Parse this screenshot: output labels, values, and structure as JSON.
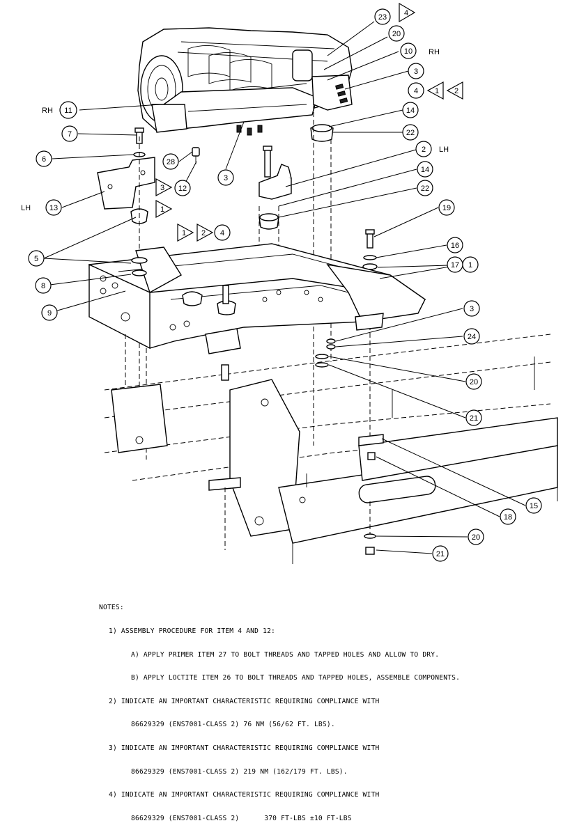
{
  "callouts": [
    {
      "id": "c23",
      "label": "23"
    },
    {
      "id": "c20a",
      "label": "20"
    },
    {
      "id": "c10",
      "label": "10"
    },
    {
      "id": "c3a",
      "label": "3"
    },
    {
      "id": "c4a",
      "label": "4"
    },
    {
      "id": "c11",
      "label": "11"
    },
    {
      "id": "c14a",
      "label": "14"
    },
    {
      "id": "c7",
      "label": "7"
    },
    {
      "id": "c22a",
      "label": "22"
    },
    {
      "id": "c6",
      "label": "6"
    },
    {
      "id": "c28",
      "label": "28"
    },
    {
      "id": "c3b",
      "label": "3"
    },
    {
      "id": "c2",
      "label": "2"
    },
    {
      "id": "c12",
      "label": "12"
    },
    {
      "id": "c14b",
      "label": "14"
    },
    {
      "id": "c13",
      "label": "13"
    },
    {
      "id": "c22b",
      "label": "22"
    },
    {
      "id": "c19",
      "label": "19"
    },
    {
      "id": "c4b",
      "label": "4"
    },
    {
      "id": "c16",
      "label": "16"
    },
    {
      "id": "c5",
      "label": "5"
    },
    {
      "id": "c17",
      "label": "17"
    },
    {
      "id": "c1",
      "label": "1"
    },
    {
      "id": "c8",
      "label": "8"
    },
    {
      "id": "c9",
      "label": "9"
    },
    {
      "id": "c3c",
      "label": "3"
    },
    {
      "id": "c24",
      "label": "24"
    },
    {
      "id": "c20b",
      "label": "20"
    },
    {
      "id": "c21a",
      "label": "21"
    },
    {
      "id": "c15",
      "label": "15"
    },
    {
      "id": "c18",
      "label": "18"
    },
    {
      "id": "c20c",
      "label": "20"
    },
    {
      "id": "c21b",
      "label": "21"
    }
  ],
  "triangles": [
    {
      "id": "t4a",
      "label": "4"
    },
    {
      "id": "t1a",
      "label": "1"
    },
    {
      "id": "t2a",
      "label": "2"
    },
    {
      "id": "t3",
      "label": "3"
    },
    {
      "id": "t1b",
      "label": "1"
    },
    {
      "id": "t1c",
      "label": "1"
    },
    {
      "id": "t2b",
      "label": "2"
    }
  ],
  "side_labels": {
    "rh_top": "RH",
    "rh_left": "RH",
    "lh_right": "LH",
    "lh_left": "LH"
  },
  "notes": {
    "heading": "NOTES:",
    "n1": "1) ASSEMBLY PROCEDURE FOR ITEM 4 AND 12:",
    "n1a": "A) APPLY PRIMER ITEM 27 TO BOLT THREADS AND TAPPED HOLES AND ALLOW TO DRY.",
    "n1b": "B) APPLY LOCTITE ITEM 26 TO BOLT THREADS AND TAPPED HOLES, ASSEMBLE COMPONENTS.",
    "n2": "2) INDICATE AN IMPORTANT CHARACTERISTIC REQUIRING COMPLIANCE WITH",
    "n2b": "86629329 (ENS7001-CLASS 2) 76 NM (56/62 FT. LBS).",
    "n3": "3) INDICATE AN IMPORTANT CHARACTERISTIC REQUIRING COMPLIANCE WITH",
    "n3b": "86629329 (ENS7001-CLASS 2) 219 NM (162/179 FT. LBS).",
    "n4": "4) INDICATE AN IMPORTANT CHARACTERISTIC REQUIRING COMPLIANCE WITH",
    "n4b": "86629329 (ENS7001-CLASS 2)      370 FT-LBS ±10 FT-LBS"
  }
}
